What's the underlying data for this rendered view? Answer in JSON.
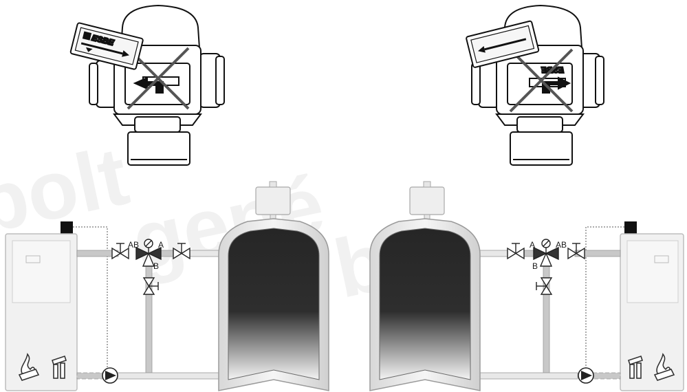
{
  "watermark": {
    "text_left": "bolt",
    "text_mid": "gepé",
    "text_right": "bo"
  },
  "valve_left": {
    "brand": "ESBE"
  },
  "valve_right": {
    "brand": "ESBE"
  },
  "circuit_left": {
    "port_ab": "AB",
    "port_a": "A",
    "port_b": "B"
  },
  "circuit_right": {
    "port_ab": "AB",
    "port_a": "A",
    "port_b": "B"
  },
  "colors": {
    "pipe": "#c8c8c8",
    "pipe_outline": "#999999",
    "boiler_body": "#f1f1f1",
    "tank_inner_top": "#262626",
    "tank_inner_bottom": "#f4f4f4",
    "cross": "#555555"
  },
  "icons": [
    "flame-icon",
    "fuel-logs-icon",
    "pump-icon",
    "valve-icon",
    "thermostat-icon",
    "controller-icon"
  ]
}
